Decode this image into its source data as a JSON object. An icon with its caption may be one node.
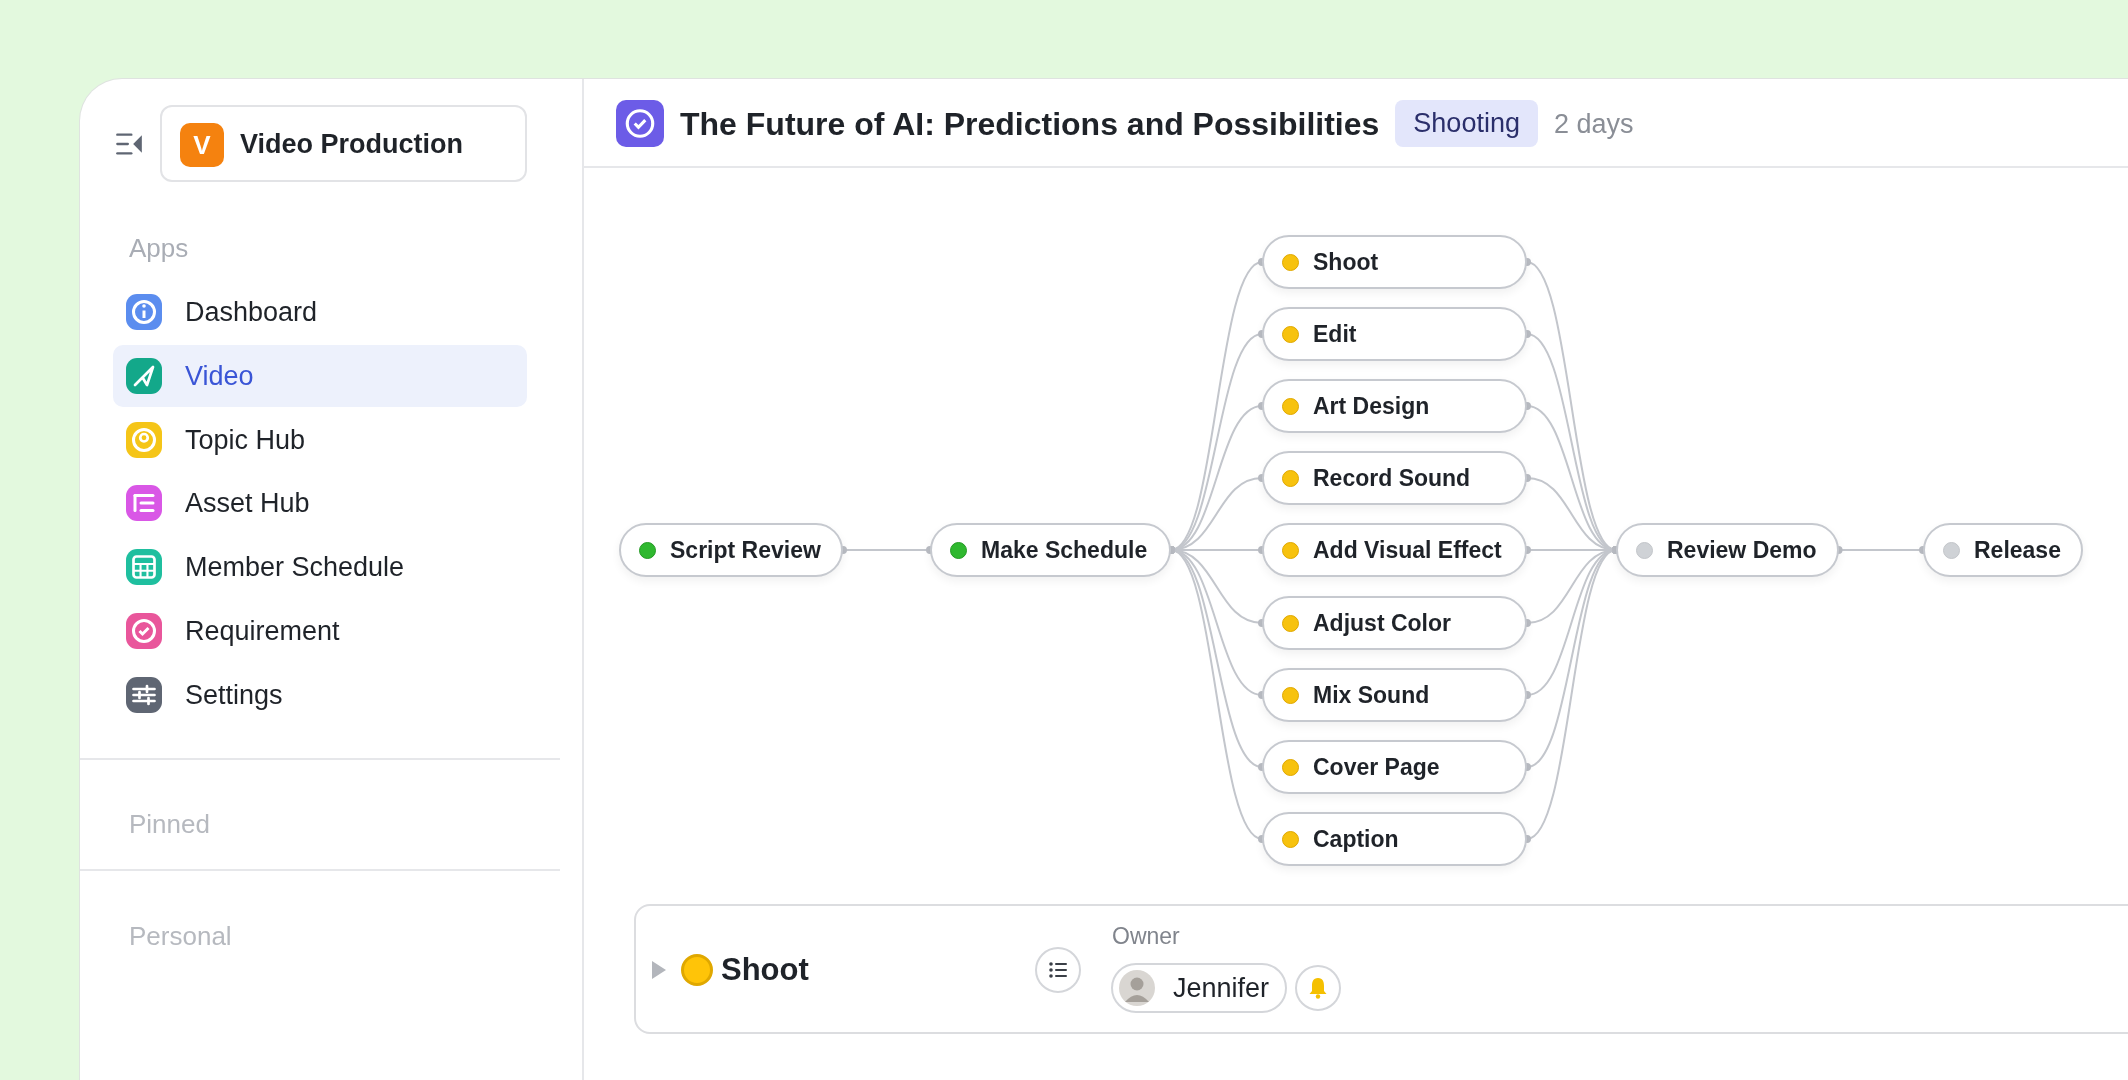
{
  "diagram": {
    "title": "The Future of AI: Predictions and Possibilities",
    "nodes": [
      {
        "text": [
          "Script Review"
        ]
      },
      {
        "text": [
          "Make Schedule"
        ]
      },
      {
        "text": [
          "Shoot"
        ]
      },
      {
        "text": [
          "Edit"
        ]
      },
      {
        "text": [
          "Art Design"
        ]
      },
      {
        "text": [
          "Record Sound"
        ]
      },
      {
        "text": [
          "Add Visual Effect"
        ]
      },
      {
        "text": [
          "Adjust Color"
        ]
      },
      {
        "text": [
          "Mix Sound"
        ]
      },
      {
        "text": [
          "Cover Page"
        ]
      },
      {
        "text": [
          "Caption"
        ]
      },
      {
        "text": [
          "Review Demo"
        ]
      },
      {
        "text": [
          "Release"
        ]
      }
    ],
    "edges": [
      {
        "from": 0,
        "to": 1,
        "arrow": "other"
      },
      {
        "from": 1,
        "to": 2,
        "arrow": "other"
      },
      {
        "from": 1,
        "to": 3,
        "arrow": "other"
      },
      {
        "from": 1,
        "to": 4,
        "arrow": "other"
      },
      {
        "from": 1,
        "to": 5,
        "arrow": "other"
      },
      {
        "from": 1,
        "to": 6,
        "arrow": "other"
      },
      {
        "from": 1,
        "to": 7,
        "arrow": "other"
      },
      {
        "from": 1,
        "to": 8,
        "arrow": "other"
      },
      {
        "from": 1,
        "to": 9,
        "arrow": "other"
      },
      {
        "from": 1,
        "to": 10,
        "arrow": "other"
      },
      {
        "from": 2,
        "to": 11,
        "arrow": "other"
      },
      {
        "from": 3,
        "to": 11,
        "arrow": "other"
      },
      {
        "from": 4,
        "to": 11,
        "arrow": "other"
      },
      {
        "from": 5,
        "to": 11,
        "arrow": "other"
      },
      {
        "from": 6,
        "to": 11,
        "arrow": "other"
      },
      {
        "from": 7,
        "to": 11,
        "arrow": "other"
      },
      {
        "from": 8,
        "to": 11,
        "arrow": "other"
      },
      {
        "from": 9,
        "to": 11,
        "arrow": "other"
      },
      {
        "from": 10,
        "to": 11,
        "arrow": "other"
      },
      {
        "from": 11,
        "to": 12,
        "arrow": "other"
      }
    ],
    "labels": [
      "V",
      "Video Production",
      "Apps",
      "Dashboard",
      "Video",
      "Topic Hub",
      "Asset Hub",
      "Member Schedule",
      "Requirement",
      "Settings",
      "Pinned",
      "Personal",
      "Shooting",
      "2 days",
      "Shoot",
      "Owner",
      "Jennifer"
    ]
  }
}
